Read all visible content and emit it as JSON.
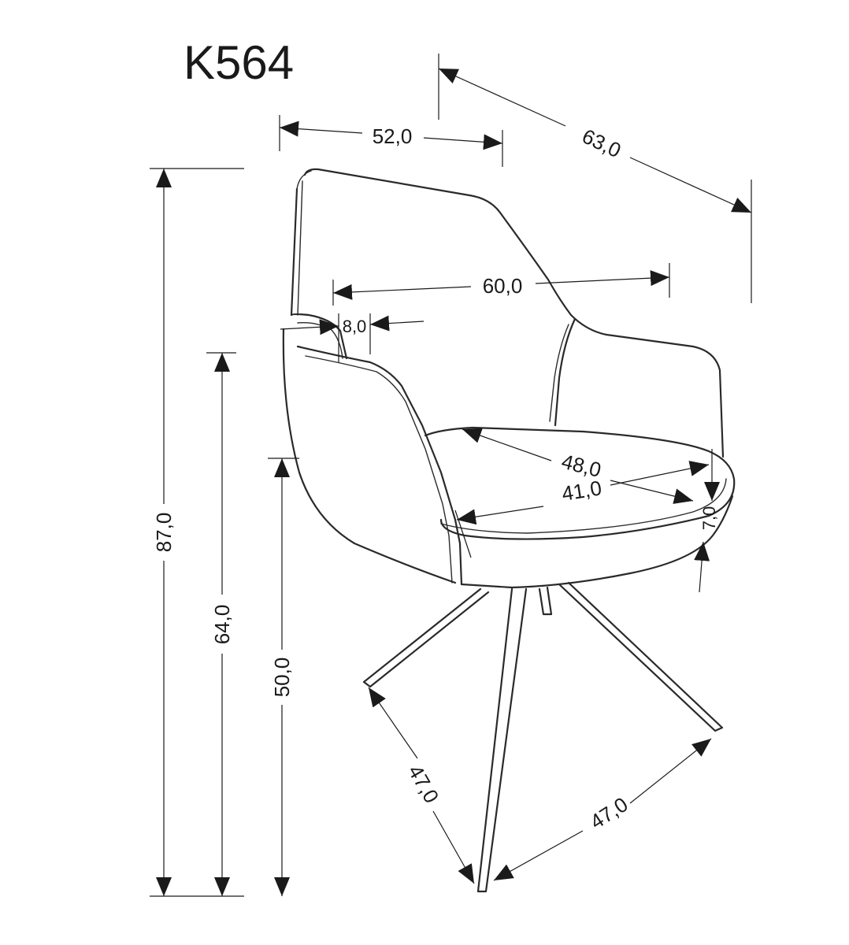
{
  "model": "K564",
  "dimensions": {
    "height_total": "87,0",
    "height_armrest": "64,0",
    "height_seat": "50,0",
    "width_top": "52,0",
    "depth_total": "63,0",
    "width_arms": "60,0",
    "arm_thickness": "8,0",
    "seat_width": "48,0",
    "seat_depth": "41,0",
    "seat_thickness": "7,0",
    "leg_span_left": "47,0",
    "leg_span_right": "47,0"
  }
}
